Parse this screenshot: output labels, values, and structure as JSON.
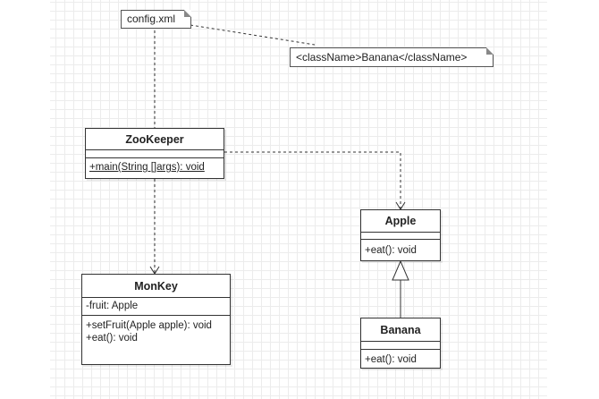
{
  "notes": {
    "config": "config.xml",
    "classname": "<className>Banana</className>"
  },
  "classes": {
    "zookeeper": {
      "name": "ZooKeeper",
      "attributes": [],
      "operations": [
        "+main(String []args): void"
      ]
    },
    "apple": {
      "name": "Apple",
      "attributes": [],
      "operations": [
        "+eat(): void"
      ]
    },
    "monkey": {
      "name": "MonKey",
      "attributes": [
        "-fruit: Apple"
      ],
      "operations": [
        "+setFruit(Apple apple): void",
        "+eat(): void"
      ]
    },
    "banana": {
      "name": "Banana",
      "attributes": [],
      "operations": [
        "+eat(): void"
      ]
    }
  },
  "colors": {
    "line": "#333333",
    "grid": "#ececec",
    "background": "#ffffff"
  }
}
